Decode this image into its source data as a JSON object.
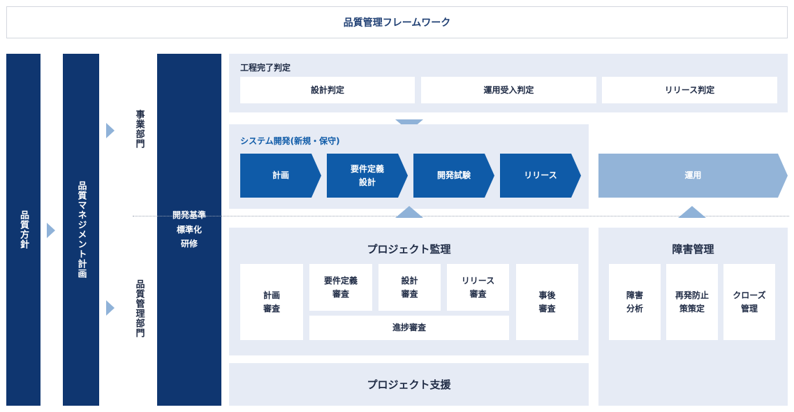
{
  "title": "品質管理フレームワーク",
  "left_columns": {
    "policy": "品質方針",
    "management_plan": "品質マネジメント計画",
    "business_dept": "事業部門",
    "quality_dept": "品質管理部門",
    "standards": [
      "開発基準",
      "標準化",
      "研修"
    ]
  },
  "process_completion": {
    "heading": "工程完了判定",
    "items": [
      "設計判定",
      "運用受入判定",
      "リリース判定"
    ]
  },
  "system_development": {
    "heading": "システム開発(新規・保守)",
    "steps": [
      {
        "lines": [
          "計画"
        ]
      },
      {
        "lines": [
          "要件定義",
          "設計"
        ]
      },
      {
        "lines": [
          "開発試験"
        ]
      },
      {
        "lines": [
          "リリース"
        ]
      }
    ]
  },
  "operation": "運用",
  "project_oversight": {
    "heading": "プロジェクト監理",
    "boxes": [
      {
        "lines": [
          "計画",
          "審査"
        ]
      },
      {
        "lines": [
          "要件定義",
          "審査"
        ]
      },
      {
        "lines": [
          "設計",
          "審査"
        ]
      },
      {
        "lines": [
          "リリース",
          "審査"
        ]
      },
      {
        "lines": [
          "事後",
          "審査"
        ]
      }
    ],
    "progress_review": "進捗審査"
  },
  "incident_management": {
    "heading": "障害管理",
    "boxes": [
      {
        "lines": [
          "障害",
          "分析"
        ]
      },
      {
        "lines": [
          "再発防止",
          "策策定"
        ]
      },
      {
        "lines": [
          "クローズ",
          "管理"
        ]
      }
    ]
  },
  "project_support": "プロジェクト支援",
  "colors": {
    "navy": "#0f3670",
    "chevron_dark": "#0f5ba8",
    "chevron_light": "#93b4d8",
    "panel": "#e6ebf5",
    "arrow": "#8fb2d8"
  }
}
